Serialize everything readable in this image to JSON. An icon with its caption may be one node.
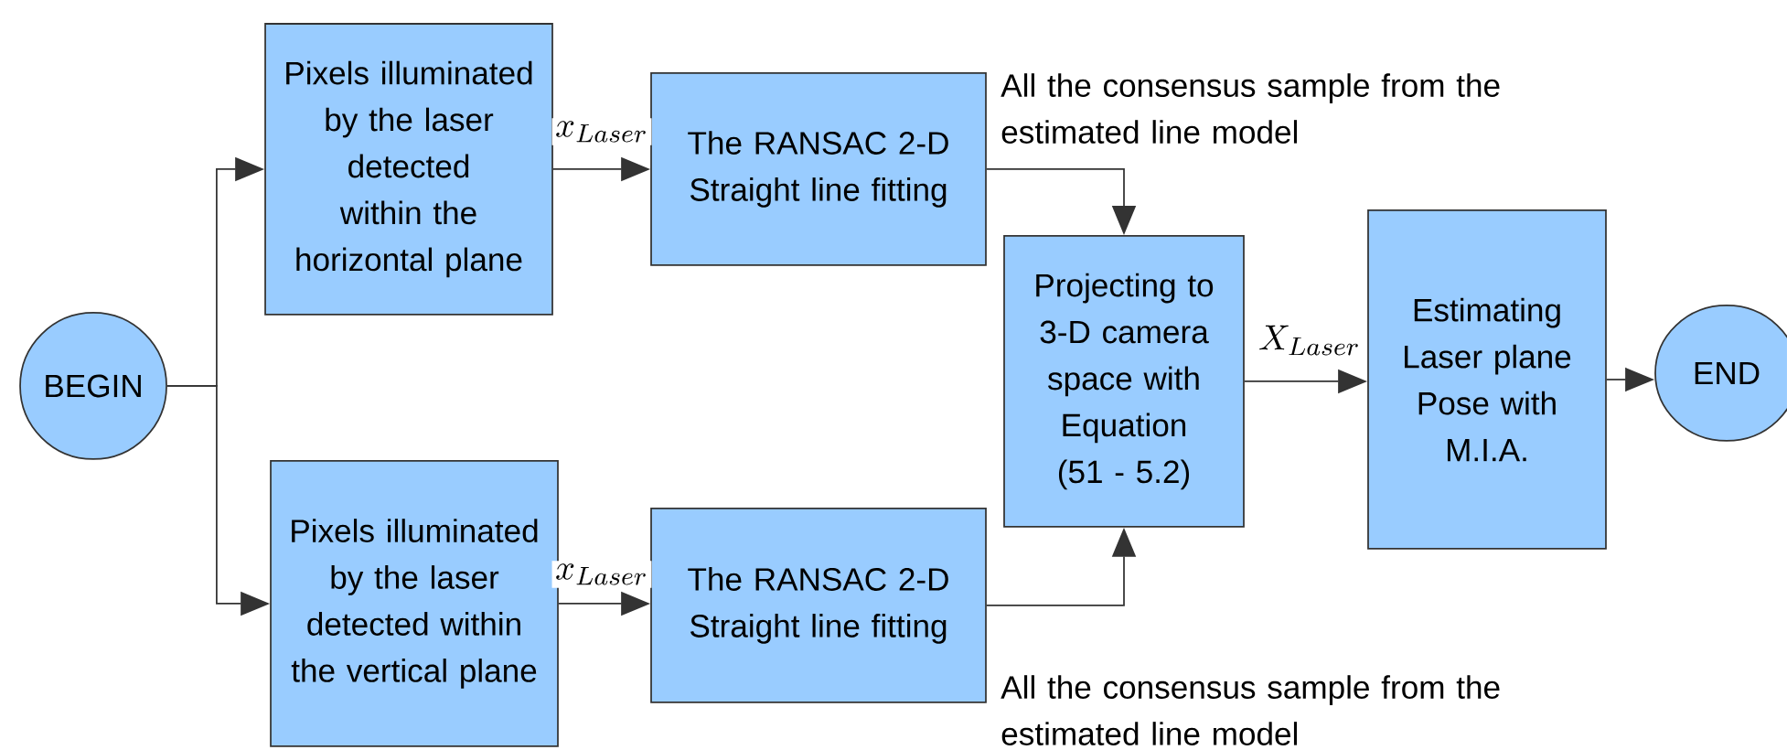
{
  "diagram": {
    "nodes": [
      {
        "text": [
          "BEGIN"
        ]
      },
      {
        "text": [
          "Pixels illuminated by the laser detected within the horizontal plane"
        ]
      },
      {
        "text": [
          "The RANSAC 2-D Straight line fitting"
        ]
      },
      {
        "text": [
          "Pixels illuminated by the laser detected within the vertical plane"
        ]
      },
      {
        "text": [
          "The RANSAC 2-D Straight line fitting"
        ]
      },
      {
        "text": [
          "Projecting to 3-D camera space with Equation (51 - 5.2)"
        ]
      },
      {
        "text": [
          "Estimating Laser plane Pose with M.I.A."
        ]
      },
      {
        "text": [
          "END"
        ]
      }
    ],
    "edges": [
      {
        "from": 0,
        "to": 1,
        "arrow": "to"
      },
      {
        "from": 0,
        "to": 3,
        "arrow": "to"
      },
      {
        "from": 1,
        "to": 2,
        "arrow": "to",
        "label": "x_{Laser}"
      },
      {
        "from": 3,
        "to": 4,
        "arrow": "to",
        "label": "x_{Laser}"
      },
      {
        "from": 2,
        "to": 5,
        "arrow": "to",
        "label": "All the consensus sample from the estimated line model"
      },
      {
        "from": 4,
        "to": 5,
        "arrow": "to",
        "label": "All the consensus sample from the estimated line model"
      },
      {
        "from": 5,
        "to": 6,
        "arrow": "to",
        "label": "X_{Laser}"
      },
      {
        "from": 6,
        "to": 7,
        "arrow": "to"
      }
    ]
  }
}
